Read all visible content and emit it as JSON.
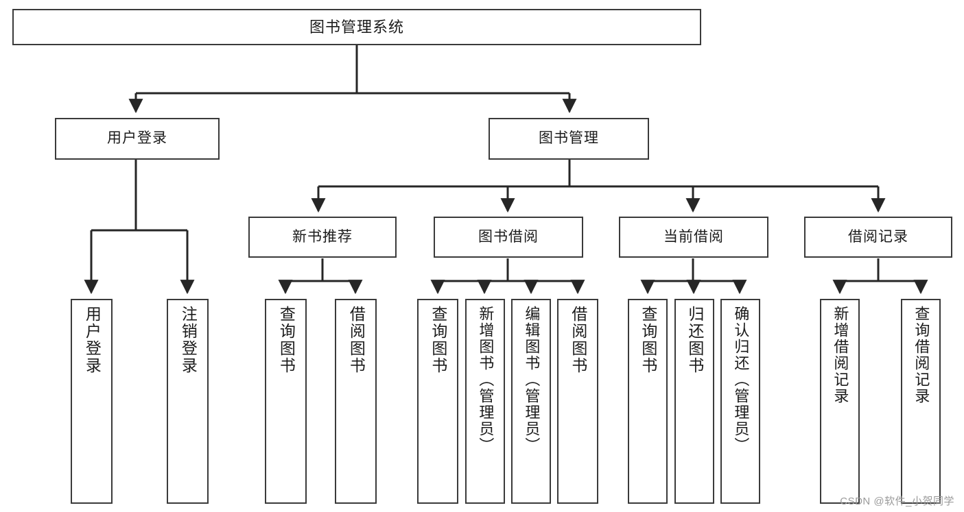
{
  "diagram": {
    "title": "图书管理系统",
    "type": "hierarchy-tree",
    "watermark": "CSDN @软件_小贺同学",
    "colors": {
      "box_border": "#3a3a3a",
      "box_fill": "#ffffff",
      "connector": "#262626",
      "text": "#1b1b1b",
      "watermark": "#9a9a9a"
    },
    "nodes": {
      "root": {
        "label": "图书管理系统",
        "level": 0
      },
      "l1": [
        {
          "id": "user-login",
          "label": "用户登录",
          "level": 1
        },
        {
          "id": "book-manage",
          "label": "图书管理",
          "level": 1
        }
      ],
      "l2": [
        {
          "id": "new-book-recommend",
          "label": "新书推荐",
          "level": 2,
          "parent": "book-manage"
        },
        {
          "id": "book-borrow",
          "label": "图书借阅",
          "level": 2,
          "parent": "book-manage"
        },
        {
          "id": "current-borrow",
          "label": "当前借阅",
          "level": 2,
          "parent": "book-manage"
        },
        {
          "id": "borrow-record",
          "label": "借阅记录",
          "level": 2,
          "parent": "book-manage"
        }
      ],
      "leaves": [
        {
          "id": "leaf-user-login",
          "label": "用户登录",
          "parent": "user-login"
        },
        {
          "id": "leaf-logout-login",
          "label": "注销登录",
          "parent": "user-login"
        },
        {
          "id": "leaf-query-book-1",
          "label": "查询图书",
          "parent": "new-book-recommend"
        },
        {
          "id": "leaf-borrow-book-1",
          "label": "借阅图书",
          "parent": "new-book-recommend"
        },
        {
          "id": "leaf-query-book-2",
          "label": "查询图书",
          "parent": "book-borrow"
        },
        {
          "id": "leaf-add-book",
          "label": "新增图书（管理员）",
          "parent": "book-borrow"
        },
        {
          "id": "leaf-edit-book",
          "label": "编辑图书（管理员）",
          "parent": "book-borrow"
        },
        {
          "id": "leaf-borrow-book-2",
          "label": "借阅图书",
          "parent": "book-borrow"
        },
        {
          "id": "leaf-query-book-3",
          "label": "查询图书",
          "parent": "current-borrow"
        },
        {
          "id": "leaf-return-book",
          "label": "归还图书",
          "parent": "current-borrow"
        },
        {
          "id": "leaf-confirm-return",
          "label": "确认归还（管理员）",
          "parent": "current-borrow"
        },
        {
          "id": "leaf-add-record",
          "label": "新增借阅记录",
          "parent": "borrow-record"
        },
        {
          "id": "leaf-query-record",
          "label": "查询借阅记录",
          "parent": "borrow-record"
        }
      ]
    }
  }
}
